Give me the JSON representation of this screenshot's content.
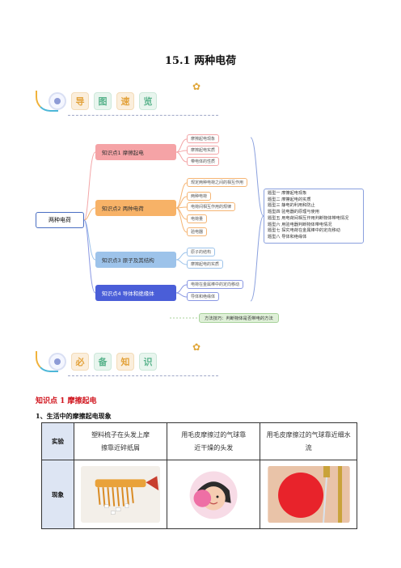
{
  "title": "15.1    两种电荷",
  "banner1": {
    "chips": [
      "导",
      "图",
      "速",
      "览"
    ]
  },
  "banner2": {
    "chips": [
      "必",
      "备",
      "知",
      "识"
    ]
  },
  "mindmap": {
    "root": "两种电荷",
    "k1": {
      "label": "知识点1  摩擦起电",
      "leaves": [
        "摩擦起电现象",
        "摩擦起电实质",
        "带电体的性质"
      ]
    },
    "k2": {
      "label": "知识点2  两种电荷",
      "leaves": [
        "规定两种电荷之间的相互作用",
        "两种电荷",
        "电荷间相互作用的规律",
        "电荷量",
        "验电器"
      ]
    },
    "k3": {
      "label": "知识点3  原子及其结构",
      "leaves": [
        "原子的结构",
        "摩擦起电的实质"
      ]
    },
    "k4": {
      "label": "知识点4  导体和绝缘体",
      "leaves": [
        "电荷在金属棒中的定向移动",
        "导体和绝缘体"
      ]
    },
    "types": [
      "题型一  摩擦起电现象",
      "题型二  摩擦起电的实质",
      "题型三  静电的利用和防止",
      "题型四  验电器的原理与使用",
      "题型五  用电荷间相互作用判断物体带电情况",
      "题型六  用验电器判断物体带电情况",
      "题型七  探究电荷在金属棒中的定向移动",
      "题型八  导体和绝缘体"
    ],
    "method": "方法技巧：判断物体是否带电的方法"
  },
  "knowledge_point": "知识点 1   摩擦起电",
  "subheading": "1、生活中的摩擦起电现象",
  "table": {
    "row1_header": "实验",
    "row1": [
      [
        "塑料梳子在头发上摩",
        "擦靠近碎纸屑"
      ],
      [
        "用毛皮摩擦过的气球靠",
        "近干燥的头发"
      ],
      [
        "用毛皮摩擦过的气球靠近细水",
        "流"
      ]
    ],
    "row2_header": "现象"
  }
}
